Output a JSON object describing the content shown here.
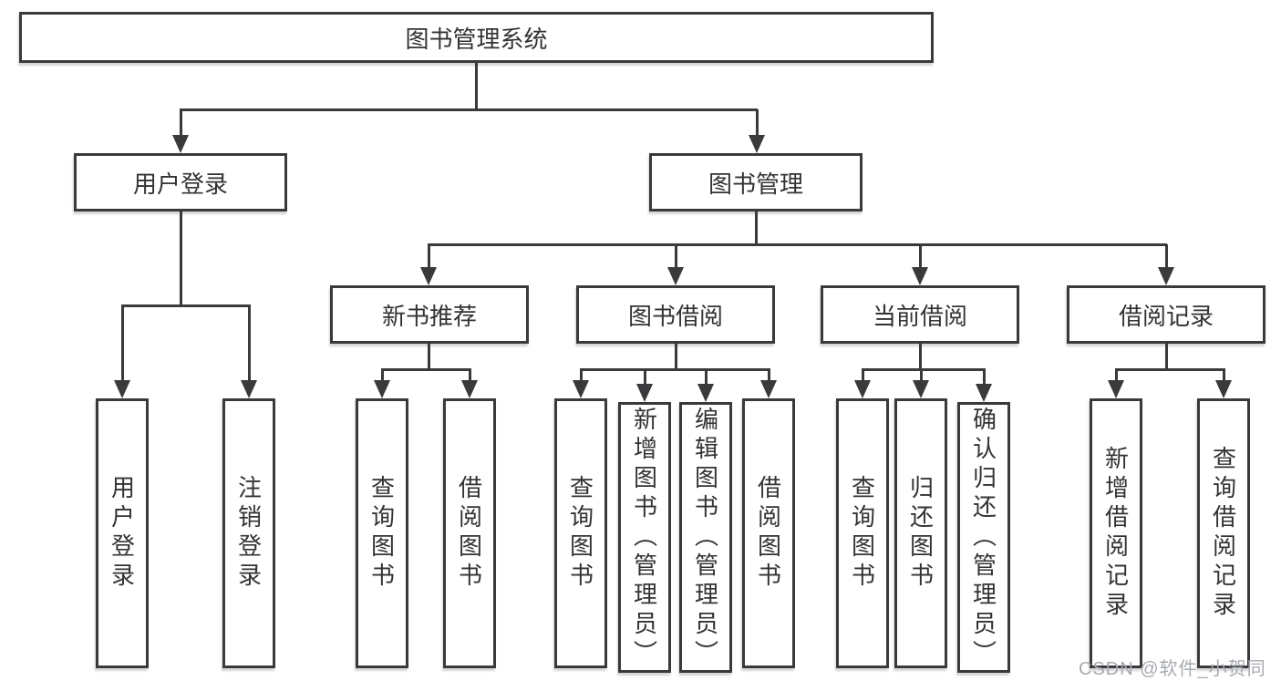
{
  "nodes": {
    "root": {
      "label": "图书管理系统"
    },
    "level2": {
      "user_login": {
        "label": "用户登录"
      },
      "book_management": {
        "label": "图书管理"
      }
    },
    "level3": {
      "new_book_recommend": {
        "label": "新书推荐"
      },
      "book_borrowing": {
        "label": "图书借阅"
      },
      "current_borrowing": {
        "label": "当前借阅"
      },
      "borrowing_records": {
        "label": "借阅记录"
      }
    },
    "leaves": {
      "user_login_children": [
        "用户登录",
        "注销登录"
      ],
      "new_book_children": [
        "查询图书",
        "借阅图书"
      ],
      "book_borrowing_children": [
        "查询图书",
        "新增图书（管理员）",
        "编辑图书（管理员）",
        "借阅图书"
      ],
      "current_borrowing_children": [
        "查询图书",
        "归还图书",
        "确认归还（管理员）"
      ],
      "borrowing_records_children": [
        "新增借阅记录",
        "查询借阅记录"
      ]
    }
  },
  "watermark": {
    "text": "CSDN @软件_小贺同学"
  },
  "colors": {
    "line": "#3a3a3c",
    "text": "#333333",
    "background": "#ffffff",
    "watermark": "#a6aab0"
  }
}
